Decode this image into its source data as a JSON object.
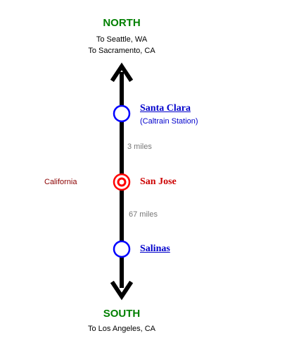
{
  "north": {
    "label": "NORTH",
    "destinations": [
      "To Seattle, WA",
      "To Sacramento, CA"
    ]
  },
  "south": {
    "label": "SOUTH",
    "destinations": [
      "To Los Angeles, CA"
    ]
  },
  "region_label": "California",
  "stations": [
    {
      "name": "Santa Clara",
      "note": "(Caltrain Station)",
      "current": false
    },
    {
      "name": "San Jose",
      "current": true
    },
    {
      "name": "Salinas",
      "current": false
    }
  ],
  "segments": [
    {
      "distance": "3 miles"
    },
    {
      "distance": "67 miles"
    }
  ],
  "colors": {
    "compass": "#008000",
    "line": "#000000",
    "station_ring": "#0000ff",
    "current_station": "#ff0000",
    "link": "#0000cc",
    "current_text": "#cc0000",
    "distance": "#777777",
    "region": "#8b0000"
  },
  "icons": {
    "north_end": "arrow-up-icon",
    "south_end": "arrow-down-icon",
    "station": "circle-icon",
    "current_station": "target-icon"
  }
}
